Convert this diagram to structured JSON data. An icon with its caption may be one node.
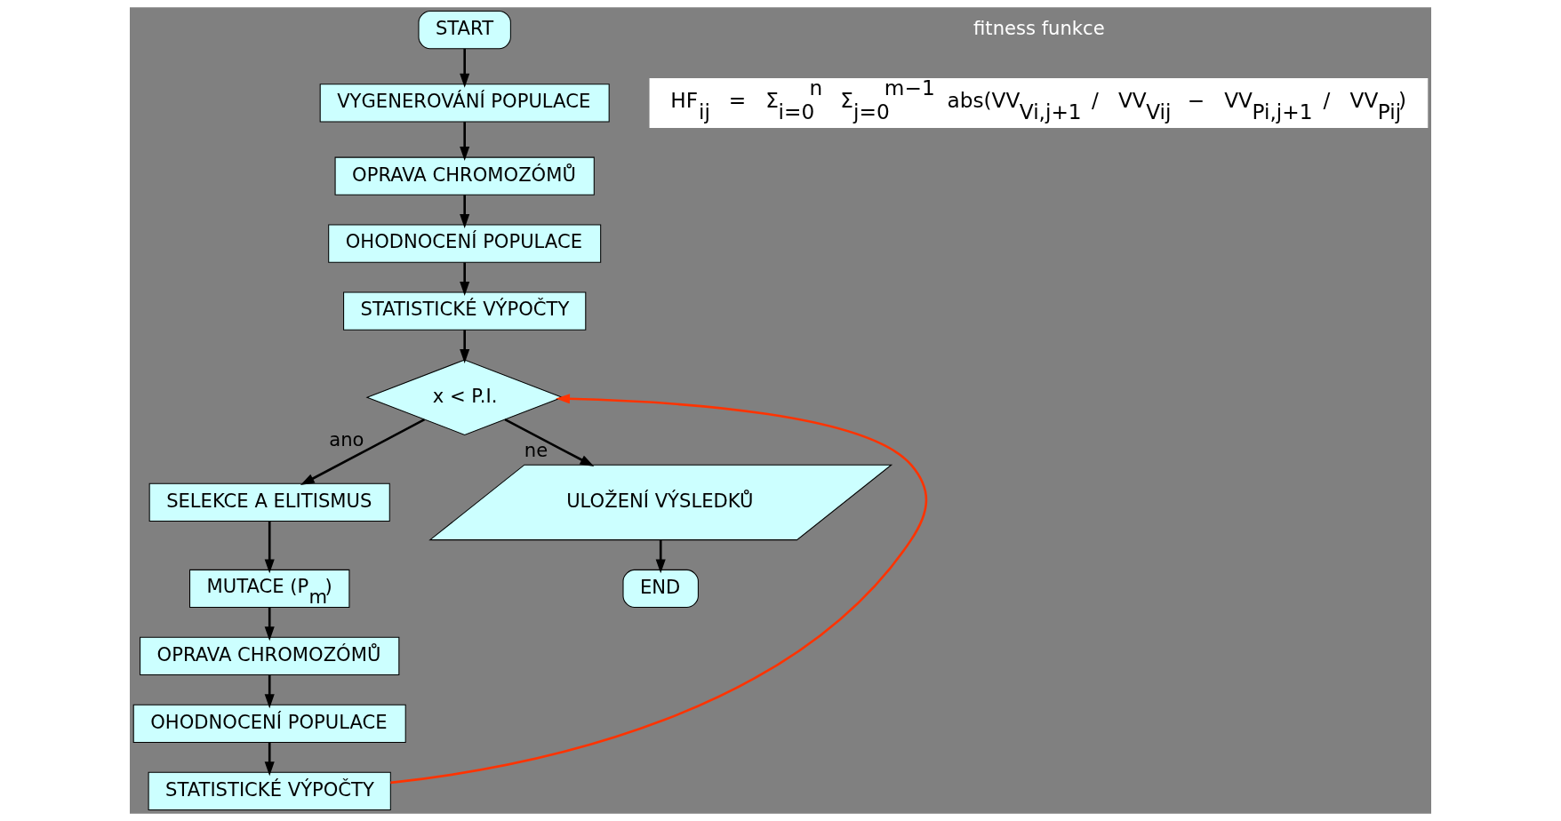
{
  "diagram": {
    "nodes": [
      {
        "text": [
          "START"
        ]
      },
      {
        "text": [
          "VYGENEROVÁNÍ POPULACE"
        ]
      },
      {
        "text": [
          "OPRAVA CHROMOZÓMŮ"
        ]
      },
      {
        "text": [
          "OHODNOCENÍ POPULACE"
        ]
      },
      {
        "text": [
          "STATISTICKÉ VÝPOČTY"
        ]
      },
      {
        "text": [
          "x < P.I."
        ]
      },
      {
        "text": [
          "SELEKCE A ELITISMUS"
        ]
      },
      {
        "text": [
          "MUTACE (P$_{m}$)"
        ]
      },
      {
        "text": [
          "OPRAVA CHROMOZÓMŮ"
        ]
      },
      {
        "text": [
          "OHODNOCENÍ POPULACE"
        ]
      },
      {
        "text": [
          "STATISTICKÉ VÝPOČTY"
        ]
      },
      {
        "text": [
          "ULOŽENÍ VÝSLEDKŮ"
        ]
      },
      {
        "text": [
          "END"
        ]
      }
    ],
    "edges": [
      {
        "from": 0,
        "to": 1,
        "arrow": "to"
      },
      {
        "from": 1,
        "to": 2,
        "arrow": "to"
      },
      {
        "from": 2,
        "to": 3,
        "arrow": "to"
      },
      {
        "from": 3,
        "to": 4,
        "arrow": "to"
      },
      {
        "from": 4,
        "to": 5,
        "arrow": "to"
      },
      {
        "from": 5,
        "to": 11,
        "arrow": "to",
        "label": "ne"
      },
      {
        "from": 5,
        "to": 6,
        "arrow": "to",
        "label": "ano"
      },
      {
        "from": 6,
        "to": 7,
        "arrow": "to"
      },
      {
        "from": 7,
        "to": 8,
        "arrow": "to"
      },
      {
        "from": 8,
        "to": 9,
        "arrow": "to"
      },
      {
        "from": 9,
        "to": 10,
        "arrow": "to"
      },
      {
        "from": 10,
        "to": 5,
        "arrow": "to",
        "color": "#ff3300"
      },
      {
        "from": 11,
        "to": 12,
        "arrow": "to"
      }
    ],
    "labels": [
      "fitness funkce",
      "HF$_{ij}$ = Σ$_{i=0}$$^{n}$ Σ$_{j=0}$$^{m−1}$ abs(VV$_{Vi,j+1}$ / VV$_{Vij}$ − VV$_{Pi,j+1}$ / VV$_{Pij}$)"
    ]
  }
}
